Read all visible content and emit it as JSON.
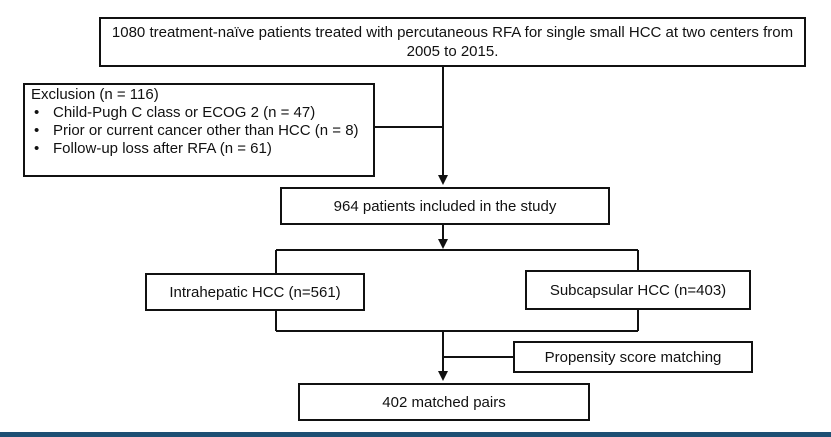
{
  "flowchart": {
    "top_box": "1080 treatment-naïve patients treated with percutaneous RFA for single small HCC at two centers from 2005 to 2015.",
    "exclusion": {
      "title": "Exclusion (n = 116)",
      "items": [
        "Child-Pugh C class or ECOG 2 (n = 47)",
        "Prior or current cancer other than HCC (n = 8)",
        "Follow-up loss after RFA (n = 61)"
      ]
    },
    "included_box": "964 patients included in the study",
    "intrahepatic_box": "Intrahepatic HCC (n=561)",
    "subcapsular_box": "Subcapsular HCC (n=403)",
    "psm_box": "Propensity score matching",
    "matched_box": "402 matched pairs"
  }
}
